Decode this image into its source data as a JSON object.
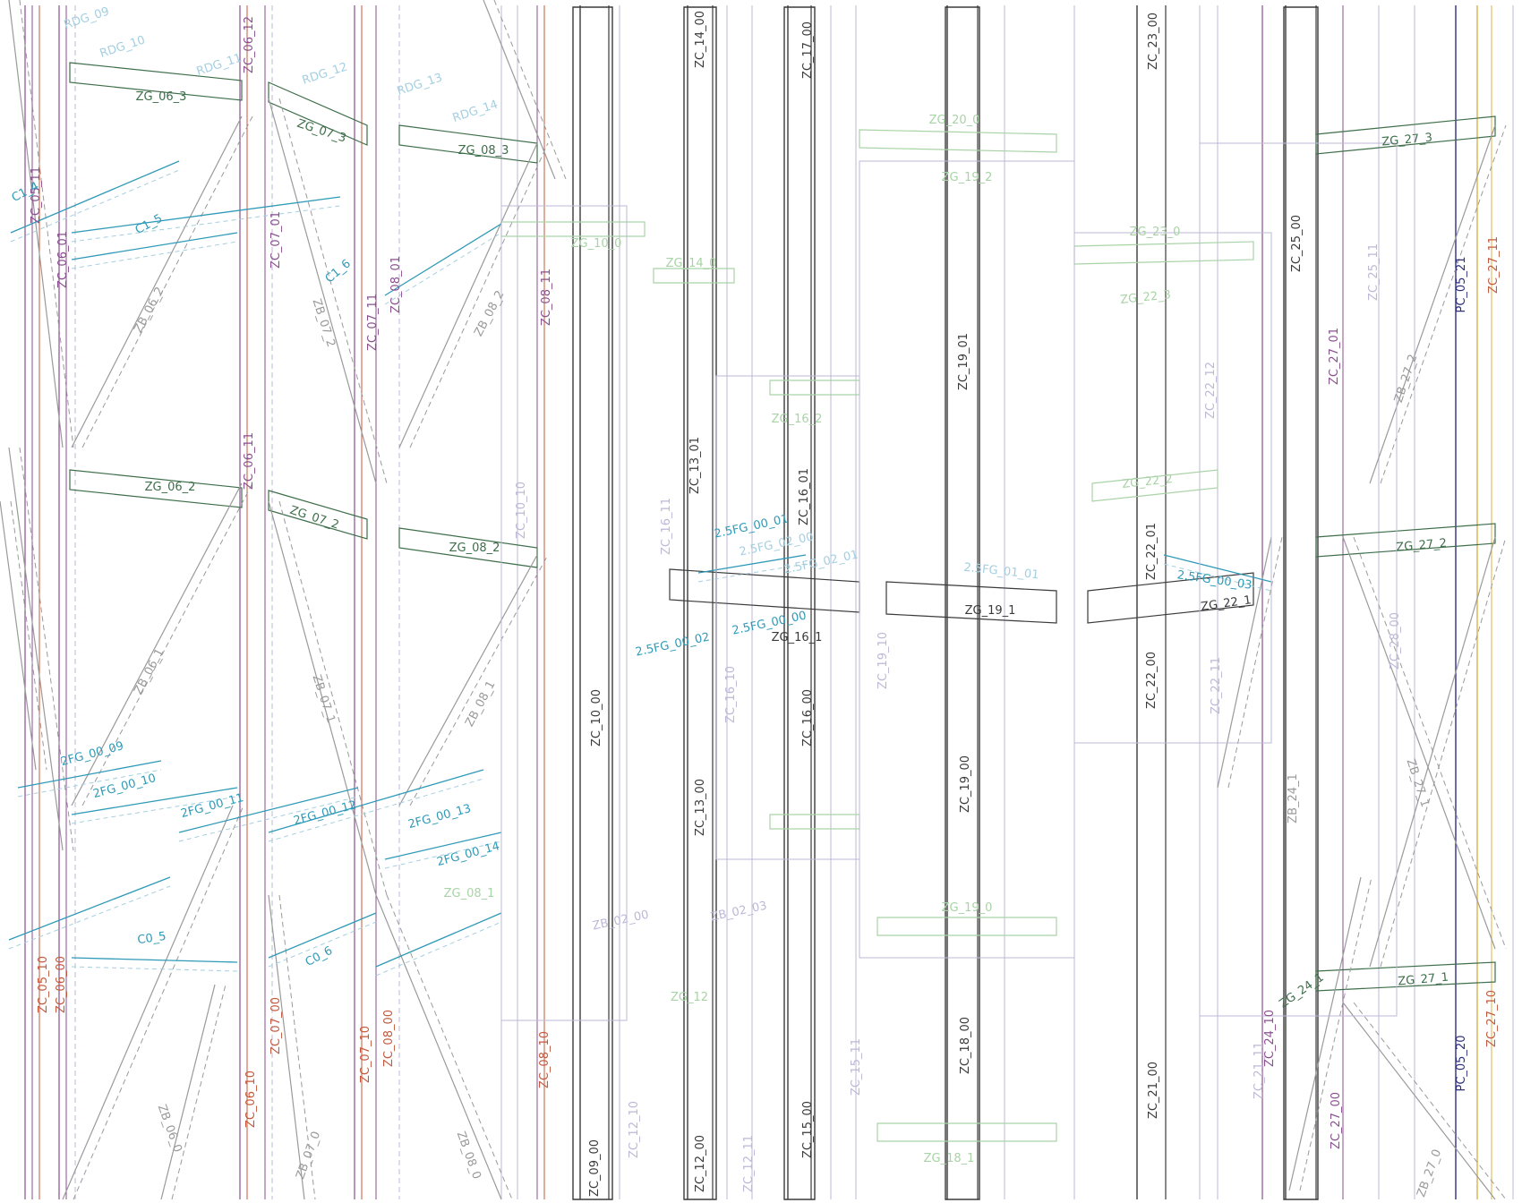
{
  "colors": {
    "beam": "#3e6e4a",
    "beam_faint": "#a9d3a6",
    "column": "#3a3a3a",
    "column_faint": "#bdb8d6",
    "column_purple": "#8a4f8f",
    "column_red": "#c35a3d",
    "column_blue": "#2d2f7e",
    "column_yellow": "#d9b24a",
    "brace": "#9a9a9a",
    "blue_member": "#2f9ab8",
    "blue_faint": "#a5cfe0"
  },
  "labels": [
    {
      "id": "zg-06-3",
      "text": "ZG_06_3",
      "color": "beam",
      "rot": 0
    },
    {
      "id": "zg-07-3",
      "text": "ZG_07_3",
      "color": "beam",
      "rot": 18
    },
    {
      "id": "zg-08-3",
      "text": "ZG_08_3",
      "color": "beam",
      "rot": 0
    },
    {
      "id": "zg-06-2",
      "text": "ZG_06_2",
      "color": "beam",
      "rot": 0
    },
    {
      "id": "zg-07-2",
      "text": "ZG_07_2",
      "color": "beam",
      "rot": 18
    },
    {
      "id": "zg-08-2",
      "text": "ZG_08_2",
      "color": "beam",
      "rot": 0
    },
    {
      "id": "zg-08-1",
      "text": "ZG_08_1",
      "color": "beam_faint",
      "rot": 0
    },
    {
      "id": "zg-16-1",
      "text": "ZG_16_1",
      "color": "column",
      "rot": 0
    },
    {
      "id": "zg-19-1",
      "text": "ZG_19_1",
      "color": "column",
      "rot": 0
    },
    {
      "id": "zg-22-1",
      "text": "ZG_22_1",
      "color": "column",
      "rot": -8
    },
    {
      "id": "zg-27-3",
      "text": "ZG_27_3",
      "color": "beam",
      "rot": -5
    },
    {
      "id": "zg-27-2",
      "text": "ZG_27_2",
      "color": "beam",
      "rot": -5
    },
    {
      "id": "zg-27-1",
      "text": "ZG_27_1",
      "color": "beam",
      "rot": -5
    },
    {
      "id": "zg-23-0",
      "text": "ZG_23_0",
      "color": "beam_faint",
      "rot": 0
    },
    {
      "id": "zg-22-3",
      "text": "ZG_22_3",
      "color": "beam_faint",
      "rot": -6
    },
    {
      "id": "zg-22-2",
      "text": "ZG_22_2",
      "color": "beam_faint",
      "rot": -6
    },
    {
      "id": "zg-20-0",
      "text": "ZG_20_0",
      "color": "beam_faint",
      "rot": 0
    },
    {
      "id": "zg-19-2",
      "text": "ZG_19_2",
      "color": "beam_faint",
      "rot": 0
    },
    {
      "id": "zg-19-0",
      "text": "ZG_19_0",
      "color": "beam_faint",
      "rot": 0
    },
    {
      "id": "zg-18-1",
      "text": "ZG_18_1",
      "color": "beam_faint",
      "rot": 0
    },
    {
      "id": "zg-16-2",
      "text": "ZG_16_2",
      "color": "beam_faint",
      "rot": 0
    },
    {
      "id": "zg-14-0",
      "text": "ZG_14_0",
      "color": "beam_faint",
      "rot": 0
    },
    {
      "id": "zg-10-0",
      "text": "ZG_10_0",
      "color": "beam_faint",
      "rot": 0
    },
    {
      "id": "zg-24-1",
      "text": "ZG_24_1",
      "color": "beam",
      "rot": -35
    },
    {
      "id": "zc-14-00",
      "text": "ZC_14_00",
      "color": "column",
      "rot": -90
    },
    {
      "id": "zc-17-00",
      "text": "ZC_17_00",
      "color": "column",
      "rot": -90
    },
    {
      "id": "zc-23-00",
      "text": "ZC_23_00",
      "color": "column",
      "rot": -90
    },
    {
      "id": "zc-25-00",
      "text": "ZC_25_00",
      "color": "column",
      "rot": -90
    },
    {
      "id": "zc-19-01",
      "text": "ZC_19_01",
      "color": "column",
      "rot": -90
    },
    {
      "id": "zc-13-01",
      "text": "ZC_13_01",
      "color": "column",
      "rot": -90
    },
    {
      "id": "zc-16-01",
      "text": "ZC_16_01",
      "color": "column",
      "rot": -90
    },
    {
      "id": "zc-22-01",
      "text": "ZC_22_01",
      "color": "column",
      "rot": -90
    },
    {
      "id": "zc-10-00",
      "text": "ZC_10_00",
      "color": "column",
      "rot": -90
    },
    {
      "id": "zc-16-00",
      "text": "ZC_16_00",
      "color": "column",
      "rot": -90
    },
    {
      "id": "zc-22-00",
      "text": "ZC_22_00",
      "color": "column",
      "rot": -90
    },
    {
      "id": "zc-19-00",
      "text": "ZC_19_00",
      "color": "column",
      "rot": -90
    },
    {
      "id": "zc-13-00",
      "text": "ZC_13_00",
      "color": "column",
      "rot": -90
    },
    {
      "id": "zc-18-00",
      "text": "ZC_18_00",
      "color": "column",
      "rot": -90
    },
    {
      "id": "zc-21-00",
      "text": "ZC_21_00",
      "color": "column",
      "rot": -90
    },
    {
      "id": "zc-15-00",
      "text": "ZC_15_00",
      "color": "column",
      "rot": -90
    },
    {
      "id": "zc-12-00",
      "text": "ZC_12_00",
      "color": "column",
      "rot": -90
    },
    {
      "id": "zc-09-00",
      "text": "ZC_09_00",
      "color": "column",
      "rot": -90
    },
    {
      "id": "zc-27-01",
      "text": "ZC_27_01",
      "color": "column_purple",
      "rot": -90
    },
    {
      "id": "zc-27-00",
      "text": "ZC_27_00",
      "color": "column_purple",
      "rot": -90
    },
    {
      "id": "zc-06-12",
      "text": "ZC_06_12",
      "color": "column_purple",
      "rot": -90
    },
    {
      "id": "zc-06-11",
      "text": "ZC_06_11",
      "color": "column_purple",
      "rot": -90
    },
    {
      "id": "zc-07-01",
      "text": "ZC_07_01",
      "color": "column_purple",
      "rot": -90
    },
    {
      "id": "zc-07-11",
      "text": "ZC_07_11",
      "color": "column_purple",
      "rot": -90
    },
    {
      "id": "zc-08-01",
      "text": "ZC_08_01",
      "color": "column_purple",
      "rot": -90
    },
    {
      "id": "zc-08-11",
      "text": "ZC_08_11",
      "color": "column_purple",
      "rot": -90
    },
    {
      "id": "zc-05-11",
      "text": "ZC_05_11",
      "color": "column_purple",
      "rot": -90
    },
    {
      "id": "zc-06-01",
      "text": "ZC_06_01",
      "color": "column_purple",
      "rot": -90
    },
    {
      "id": "zc-05-10",
      "text": "ZC_05_10",
      "color": "column_red",
      "rot": -90
    },
    {
      "id": "zc-06-00",
      "text": "ZC_06_00",
      "color": "column_red",
      "rot": -90
    },
    {
      "id": "zc-07-00",
      "text": "ZC_07_00",
      "color": "column_red",
      "rot": -90
    },
    {
      "id": "zc-06-10",
      "text": "ZC_06_10",
      "color": "column_red",
      "rot": -90
    },
    {
      "id": "zc-07-10",
      "text": "ZC_07_10",
      "color": "column_red",
      "rot": -90
    },
    {
      "id": "zc-08-00",
      "text": "ZC_08_00",
      "color": "column_red",
      "rot": -90
    },
    {
      "id": "zc-08-10",
      "text": "ZC_08_10",
      "color": "column_red",
      "rot": -90
    },
    {
      "id": "zc-27-10",
      "text": "ZC_27_10",
      "color": "column_red",
      "rot": -90
    },
    {
      "id": "zc-27-11",
      "text": "ZC_27_11",
      "color": "column_red",
      "rot": -90
    },
    {
      "id": "zc-10-10",
      "text": "ZC_10_10",
      "color": "column_faint",
      "rot": -90
    },
    {
      "id": "zc-16-10",
      "text": "ZC_16_10",
      "color": "column_faint",
      "rot": -90
    },
    {
      "id": "zc-16-11",
      "text": "ZC_16_11",
      "color": "column_faint",
      "rot": -90
    },
    {
      "id": "zc-19-10",
      "text": "ZC_19_10",
      "color": "column_faint",
      "rot": -90
    },
    {
      "id": "zc-22-11",
      "text": "ZC_22_11",
      "color": "column_faint",
      "rot": -90
    },
    {
      "id": "zc-22-12",
      "text": "ZC_22_12",
      "color": "column_faint",
      "rot": -90
    },
    {
      "id": "zc-25-11",
      "text": "ZC_25_11",
      "color": "column_faint",
      "rot": -90
    },
    {
      "id": "zc-28-00",
      "text": "ZC_28_00",
      "color": "column_faint",
      "rot": -90
    },
    {
      "id": "zc-15-11",
      "text": "ZC_15_11",
      "color": "column_faint",
      "rot": -90
    },
    {
      "id": "zc-12-10",
      "text": "ZC_12_10",
      "color": "column_faint",
      "rot": -90
    },
    {
      "id": "zc-12-11",
      "text": "ZC_12_11",
      "color": "column_faint",
      "rot": -90
    },
    {
      "id": "zc-21-11",
      "text": "ZC_21_11",
      "color": "column_faint",
      "rot": -90
    },
    {
      "id": "zc-24-10",
      "text": "ZC_24_10",
      "color": "column_purple",
      "rot": -90
    },
    {
      "id": "pc-05-21",
      "text": "PC_05_21",
      "color": "column_blue",
      "rot": -90
    },
    {
      "id": "pc-05-20",
      "text": "PC_05_20",
      "color": "column_blue",
      "rot": -90
    },
    {
      "id": "zb-06-2",
      "text": "ZB_06_2",
      "color": "brace",
      "rot": -62
    },
    {
      "id": "zb-06-1",
      "text": "ZB_06_1",
      "color": "brace",
      "rot": -62
    },
    {
      "id": "zb-06-0",
      "text": "ZB_06_0",
      "color": "brace",
      "rot": 70
    },
    {
      "id": "zb-07-2",
      "text": "ZB_07_2",
      "color": "brace",
      "rot": 72
    },
    {
      "id": "zb-07-1",
      "text": "ZB_07_1",
      "color": "brace",
      "rot": 72
    },
    {
      "id": "zb-07-0",
      "text": "ZB_07_0",
      "color": "brace",
      "rot": -70
    },
    {
      "id": "zb-08-2",
      "text": "ZB_08_2",
      "color": "brace",
      "rot": -62
    },
    {
      "id": "zb-08-1",
      "text": "ZB_08_1",
      "color": "brace",
      "rot": -62
    },
    {
      "id": "zb-08-0",
      "text": "ZB_08_0",
      "color": "brace",
      "rot": 70
    },
    {
      "id": "zb-27-2",
      "text": "ZB_27_2",
      "color": "brace",
      "rot": -72
    },
    {
      "id": "zb-27-1",
      "text": "ZB_27_1",
      "color": "brace",
      "rot": 72
    },
    {
      "id": "zb-24-1",
      "text": "ZB_24_1",
      "color": "brace",
      "rot": -90
    },
    {
      "id": "zb-27-0",
      "text": "ZB_27_0",
      "color": "brace",
      "rot": -70
    },
    {
      "id": "c1-4",
      "text": "C1_4",
      "color": "blue_member",
      "rot": -28
    },
    {
      "id": "c1-5",
      "text": "C1_5",
      "color": "blue_member",
      "rot": -28
    },
    {
      "id": "c1-6",
      "text": "C1_6",
      "color": "blue_member",
      "rot": -40
    },
    {
      "id": "c0-5",
      "text": "C0_5",
      "color": "blue_member",
      "rot": -8
    },
    {
      "id": "c0-6",
      "text": "C0_6",
      "color": "blue_member",
      "rot": -28
    },
    {
      "id": "2fg-00-09",
      "text": "2FG_00_09",
      "color": "blue_member",
      "rot": -15
    },
    {
      "id": "2fg-00-10",
      "text": "2FG_00_10",
      "color": "blue_member",
      "rot": -15
    },
    {
      "id": "2fg-00-11",
      "text": "2FG_00_11",
      "color": "blue_member",
      "rot": -15
    },
    {
      "id": "2fg-00-12",
      "text": "2FG_00_12",
      "color": "blue_member",
      "rot": -15
    },
    {
      "id": "2fg-00-13",
      "text": "2FG_00_13",
      "color": "blue_member",
      "rot": -15
    },
    {
      "id": "2fg-00-14",
      "text": "2FG_00_14",
      "color": "blue_member",
      "rot": -15
    },
    {
      "id": "2-5fg-00-01",
      "text": "2.5FG_00_01",
      "color": "blue_member",
      "rot": -12
    },
    {
      "id": "2-5fg-00-00",
      "text": "2.5FG_00_00",
      "color": "blue_member",
      "rot": -12
    },
    {
      "id": "2-5fg-00-02",
      "text": "2.5FG_00_02",
      "color": "blue_member",
      "rot": -12
    },
    {
      "id": "2-5fg-00-03",
      "text": "2.5FG_00_03",
      "color": "blue_member",
      "rot": 8
    },
    {
      "id": "2-5fg-02-00",
      "text": "2.5FG_02_00",
      "color": "blue_faint",
      "rot": -12
    },
    {
      "id": "2-5fg-02-01",
      "text": "2.5FG_02_01",
      "color": "blue_faint",
      "rot": -12
    },
    {
      "id": "2-5fg-01-01",
      "text": "2.5FG_01_01",
      "color": "blue_faint",
      "rot": 6
    },
    {
      "id": "rdg-09",
      "text": "RDG_09",
      "color": "blue_faint",
      "rot": -18
    },
    {
      "id": "rdg-10",
      "text": "RDG_10",
      "color": "blue_faint",
      "rot": -18
    },
    {
      "id": "rdg-11",
      "text": "RDG_11",
      "color": "blue_faint",
      "rot": -18
    },
    {
      "id": "rdg-12",
      "text": "RDG_12",
      "color": "blue_faint",
      "rot": -18
    },
    {
      "id": "rdg-13",
      "text": "RDG_13",
      "color": "blue_faint",
      "rot": -18
    },
    {
      "id": "rdg-14",
      "text": "RDG_14",
      "color": "blue_faint",
      "rot": -18
    },
    {
      "id": "zb-02-00",
      "text": "ZB_02_00",
      "color": "column_faint",
      "rot": -12
    },
    {
      "id": "zb-02-03",
      "text": "ZB_02_03",
      "color": "column_faint",
      "rot": -12
    },
    {
      "id": "zg-12",
      "text": "ZG_12",
      "color": "beam_faint",
      "rot": 0
    }
  ]
}
